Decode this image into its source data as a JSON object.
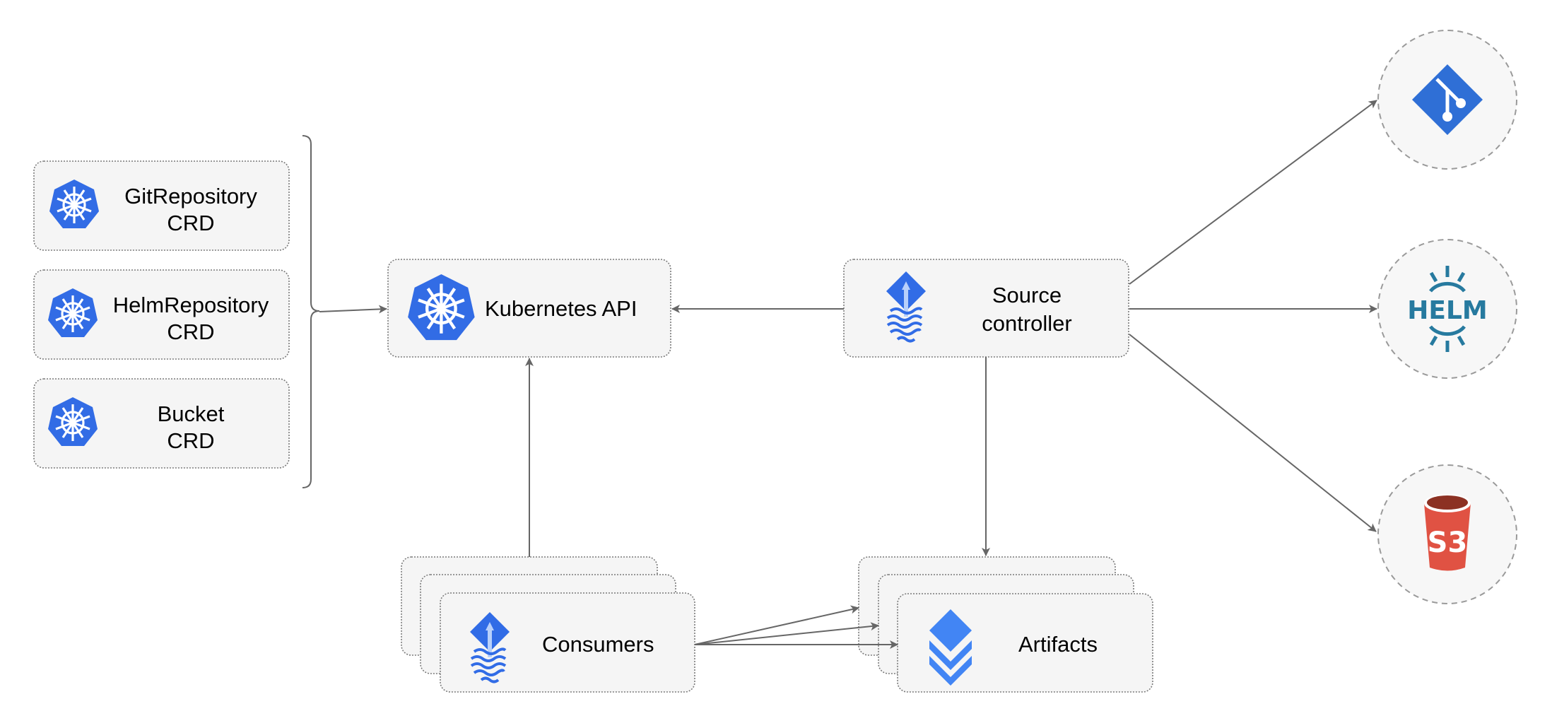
{
  "nodes": {
    "git_repository_crd": {
      "line1": "GitRepository",
      "line2": "CRD",
      "icon": "kubernetes-icon"
    },
    "helm_repository_crd": {
      "line1": "HelmRepository",
      "line2": "CRD",
      "icon": "kubernetes-icon"
    },
    "bucket_crd": {
      "line1": "Bucket",
      "line2": "CRD",
      "icon": "kubernetes-icon"
    },
    "kubernetes_api": {
      "label": "Kubernetes API",
      "icon": "kubernetes-icon"
    },
    "source_controller": {
      "line1": "Source",
      "line2": "controller",
      "icon": "flux-icon"
    },
    "consumers": {
      "label": "Consumers",
      "icon": "flux-icon"
    },
    "artifacts": {
      "label": "Artifacts",
      "icon": "layers-icon"
    },
    "git": {
      "icon": "git-icon"
    },
    "helm": {
      "icon": "helm-icon",
      "logo_text": "HELM"
    },
    "s3": {
      "icon": "s3-bucket-icon",
      "logo_text": "S3"
    }
  },
  "colors": {
    "kubernetes_blue": "#326ce5",
    "flux_blue": "#316ce6",
    "git_blue": "#2f6fd6",
    "helm_teal": "#277a9f",
    "s3_red": "#e05243",
    "s3_dark": "#8c3123",
    "layers_blue": "#4285f4",
    "edge": "#666666",
    "box_fill": "#f5f5f5"
  }
}
